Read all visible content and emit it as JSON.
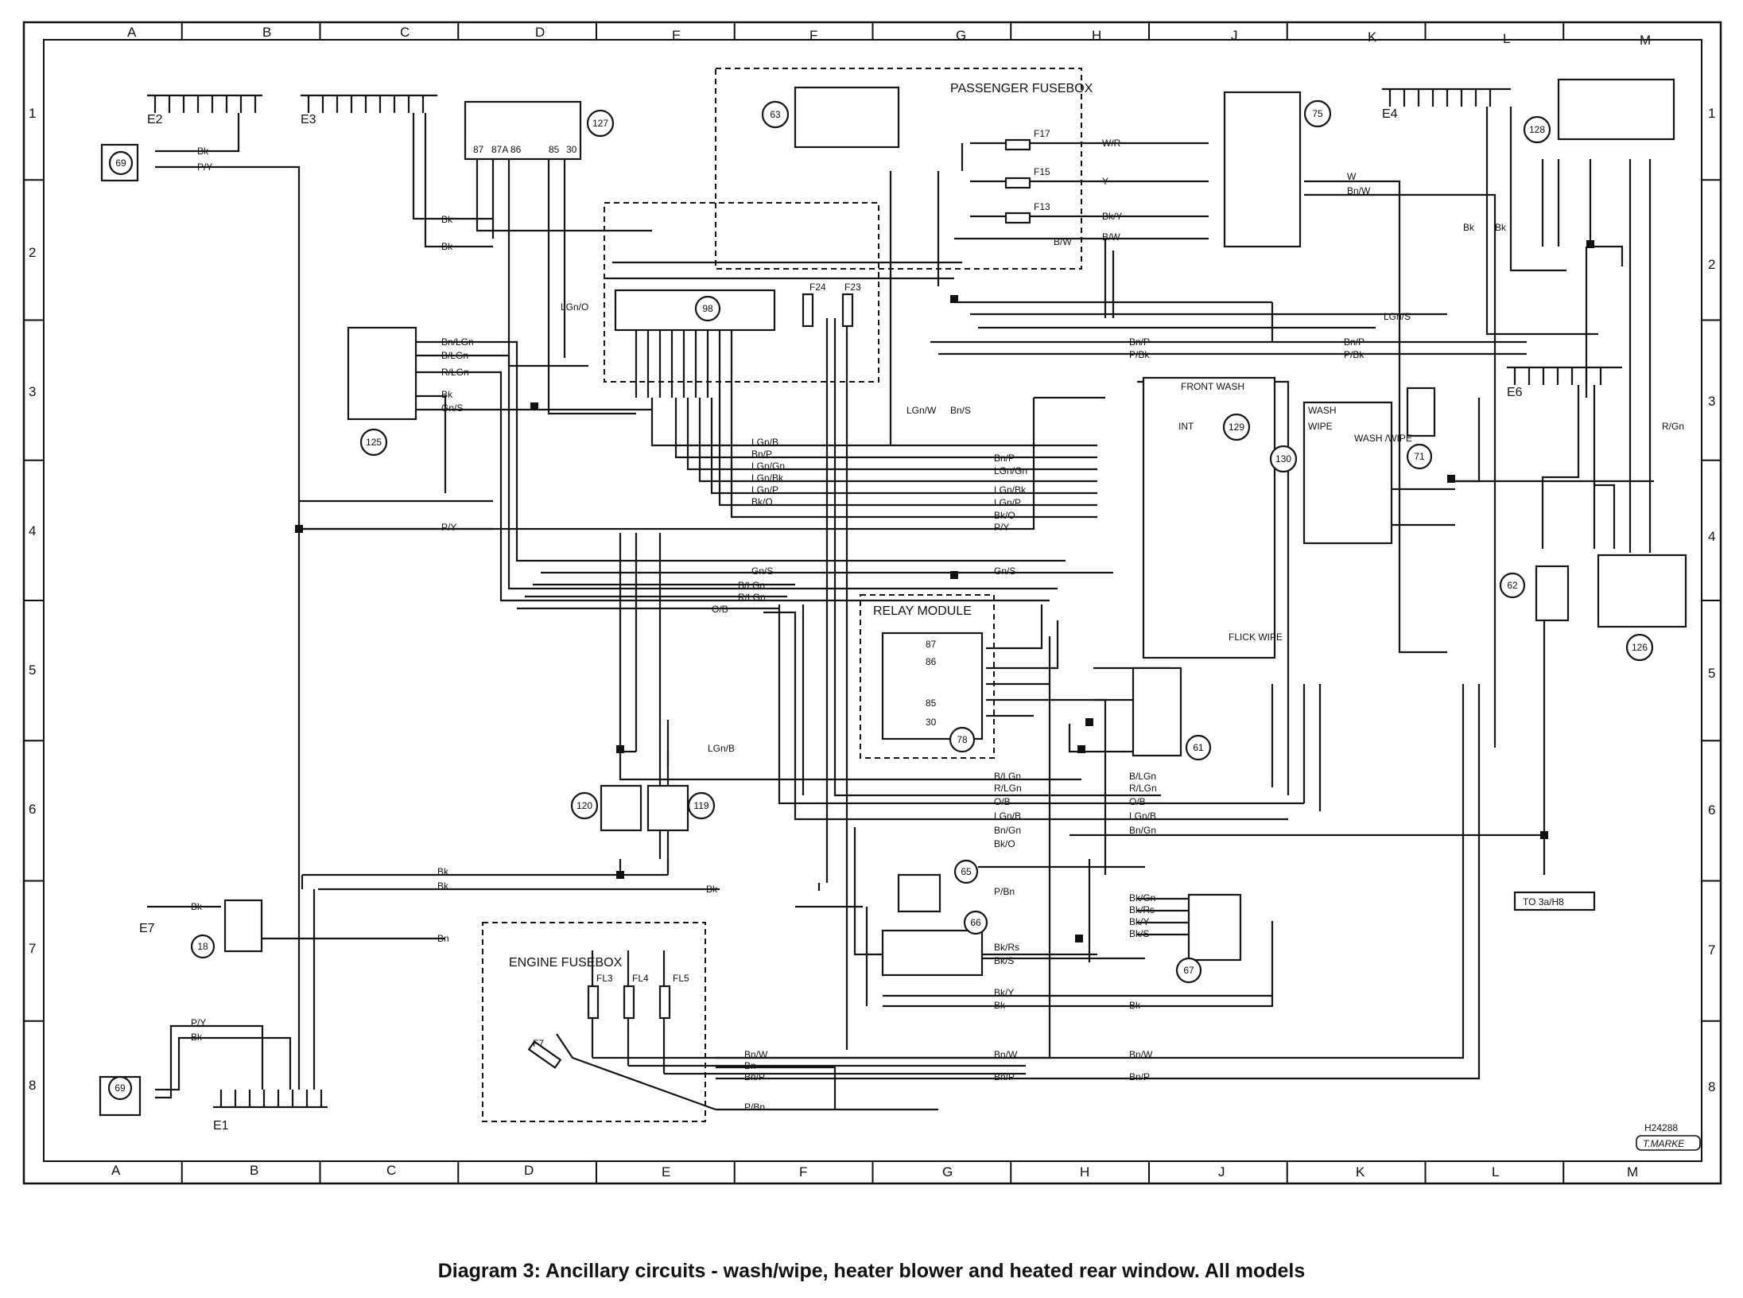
{
  "grid": {
    "columns": [
      "A",
      "B",
      "C",
      "D",
      "E",
      "F",
      "G",
      "H",
      "J",
      "K",
      "L",
      "M"
    ],
    "rows": [
      "1",
      "2",
      "3",
      "4",
      "5",
      "6",
      "7",
      "8"
    ]
  },
  "blocks": {
    "passenger_fusebox": "PASSENGER FUSEBOX",
    "relay_module": "RELAY MODULE",
    "engine_fusebox": "ENGINE FUSEBOX"
  },
  "component_numbers": [
    "69",
    "127",
    "63",
    "75",
    "128",
    "98",
    "125",
    "129",
    "71",
    "130",
    "62",
    "126",
    "78",
    "61",
    "120",
    "119",
    "65",
    "66",
    "67",
    "18"
  ],
  "earth_points": [
    "E1",
    "E2",
    "E3",
    "E4",
    "E6",
    "E7"
  ],
  "fuses": [
    "F17",
    "F15",
    "F13",
    "F24",
    "F23",
    "FL3",
    "FL4",
    "FL5",
    "F7"
  ],
  "switch_labels": [
    "FRONT WASH",
    "INT",
    "WASH",
    "WIPE",
    "WASH /WIPE",
    "FLICK WIPE"
  ],
  "relay_pins": [
    "87",
    "87A",
    "86",
    "85",
    "30"
  ],
  "wire_codes": [
    "Bk",
    "P/Y",
    "Bn/LGn",
    "B/LGn",
    "R/LGn",
    "Gn/S",
    "W/R",
    "Y",
    "Bk/Y",
    "B/W",
    "W",
    "Bn/W",
    "LGn/S",
    "Bn/P",
    "P/Bk",
    "LGn/B",
    "LGn/Gn",
    "LGn/Bk",
    "LGn/P",
    "Bk/O",
    "O/B",
    "Bn/Gn",
    "Bk/Gn",
    "Bk/Rs",
    "Bk/S",
    "Bn",
    "P/Bn",
    "R/Gn",
    "LGn/W",
    "Bn/S",
    "LGn/O"
  ],
  "off_page_ref": "TO 3a/H8",
  "ref_code": "H24288",
  "stamp": "T.MARKE",
  "caption": "Diagram 3: Ancillary circuits - wash/wipe, heater blower and heated rear window. All models"
}
